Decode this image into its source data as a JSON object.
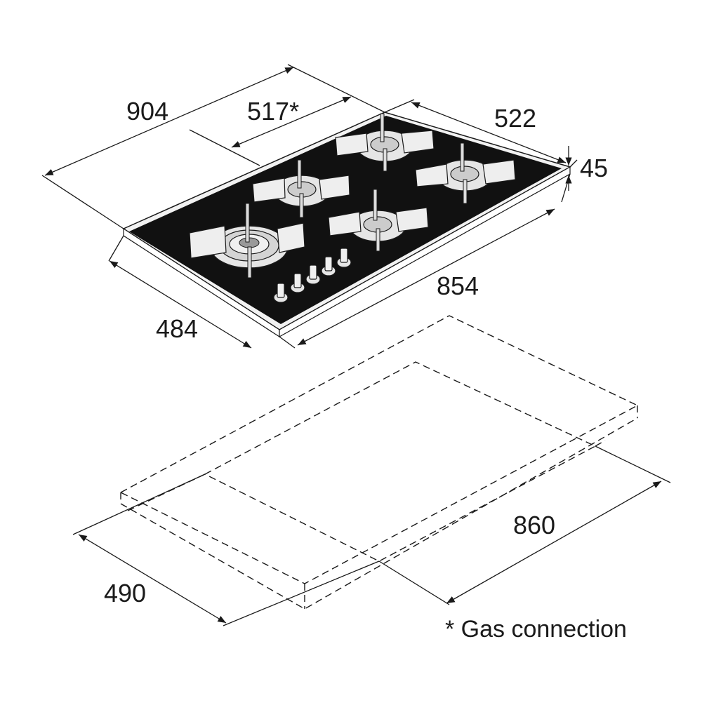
{
  "dimensions": {
    "overall_width": "904",
    "gas_connection": "517*",
    "overall_depth": "522",
    "height": "45",
    "glass_width": "854",
    "glass_depth": "484",
    "cutout_width": "860",
    "cutout_depth": "490"
  },
  "footnote": "* Gas connection",
  "colors": {
    "glass": "#111111",
    "line": "#1a1a1a",
    "trim": "#f2f2f2"
  }
}
